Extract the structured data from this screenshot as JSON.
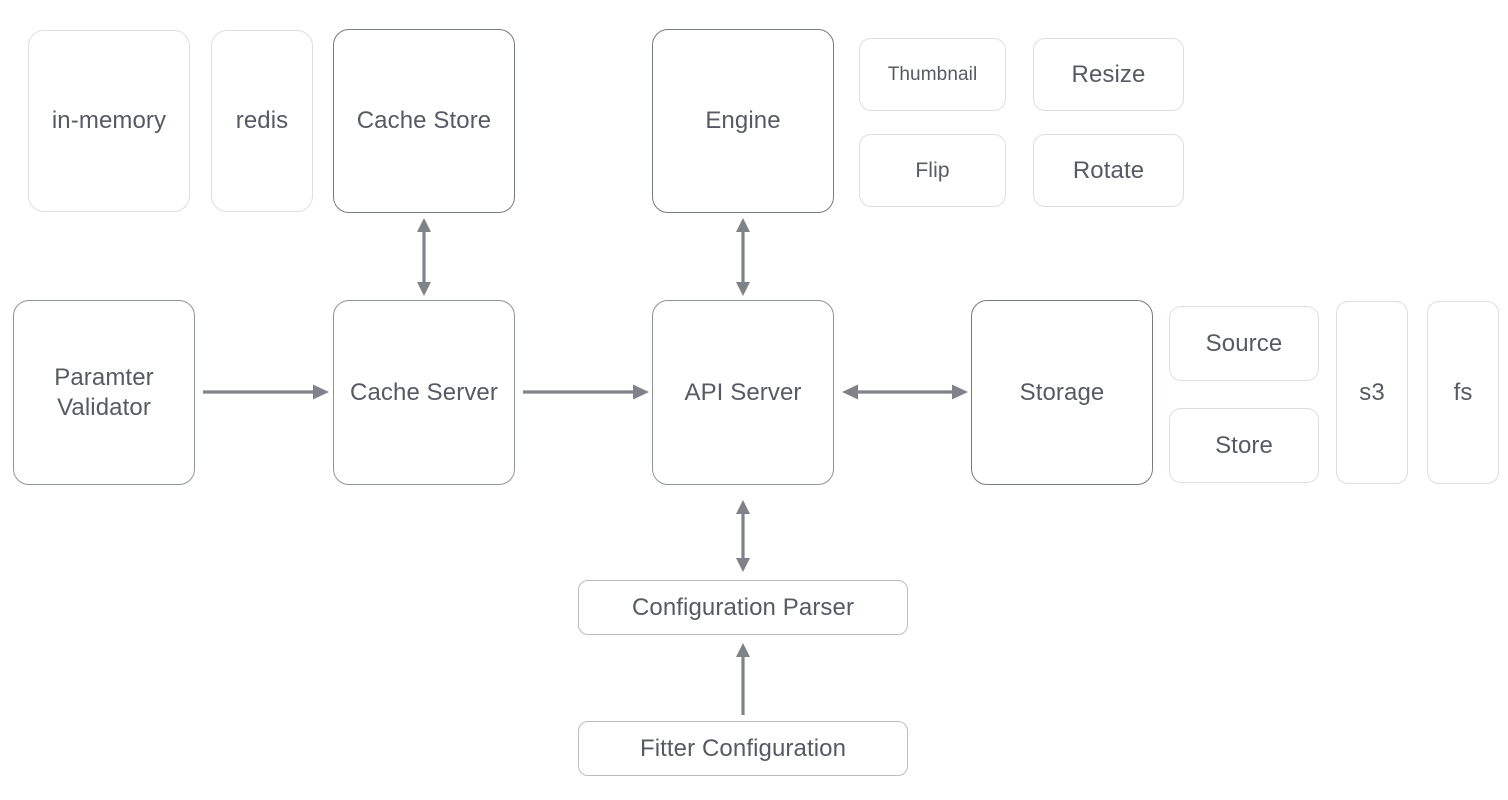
{
  "diagram": {
    "title": "Image service architecture diagram",
    "colors": {
      "text": "#565a62",
      "border_strong": "#777b82",
      "border_mid": "#8f949b",
      "border_light": "#dcdedf",
      "border_pill": "#b9bcc0",
      "arrow": "#7f8288",
      "background": "#ffffff"
    },
    "nodes": {
      "in_memory": "in-memory",
      "redis": "redis",
      "cache_store": "Cache Store",
      "engine": "Engine",
      "thumbnail": "Thumbnail",
      "resize": "Resize",
      "flip": "Flip",
      "rotate": "Rotate",
      "paramter_validator": "Paramter\nValidator",
      "cache_server": "Cache Server",
      "api_server": "API Server",
      "storage": "Storage",
      "source": "Source",
      "store": "Store",
      "s3": "s3",
      "fs": "fs",
      "configuration_parser": "Configuration Parser",
      "fitter_configuration": "Fitter Configuration"
    },
    "edges": [
      {
        "name": "cache-store-to-cache-server",
        "from": "Cache Store",
        "to": "Cache Server",
        "direction": "bidirectional"
      },
      {
        "name": "engine-to-api-server",
        "from": "Engine",
        "to": "API Server",
        "direction": "bidirectional"
      },
      {
        "name": "paramter-validator-to-cache-server",
        "from": "Paramter Validator",
        "to": "Cache Server",
        "direction": "forward"
      },
      {
        "name": "cache-server-to-api-server",
        "from": "Cache Server",
        "to": "API Server",
        "direction": "forward"
      },
      {
        "name": "api-server-to-storage",
        "from": "API Server",
        "to": "Storage",
        "direction": "bidirectional"
      },
      {
        "name": "api-server-to-configuration-parser",
        "from": "API Server",
        "to": "Configuration Parser",
        "direction": "bidirectional"
      },
      {
        "name": "fitter-configuration-to-configuration-parser",
        "from": "Fitter Configuration",
        "to": "Configuration Parser",
        "direction": "forward"
      }
    ]
  }
}
